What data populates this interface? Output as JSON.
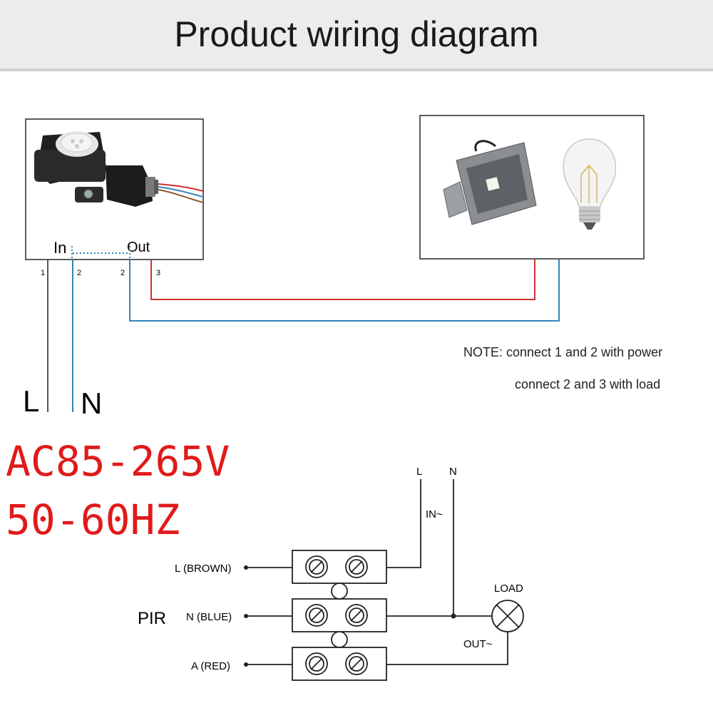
{
  "title": "Product wiring diagram",
  "sensor_box": {
    "in_label": "In",
    "out_label": "Out",
    "wire_numbers": [
      "1",
      "2",
      "2",
      "3"
    ]
  },
  "supply": {
    "l_label": "L",
    "n_label": "N",
    "voltage": "AC85-265V",
    "frequency": "50-60HZ"
  },
  "note": {
    "line1": "NOTE: connect 1 and 2 with power",
    "line2": "connect 2 and 3 with load"
  },
  "schematic": {
    "l_top": "L",
    "n_top": "N",
    "in_label": "IN~",
    "out_label": "OUT~",
    "load_label": "LOAD",
    "pir_label": "PIR",
    "terminals": [
      "L (BROWN)",
      "N (BLUE)",
      "A (RED)"
    ]
  },
  "colors": {
    "red_wire": "#d03030",
    "blue_wire": "#2f86b5",
    "accent_red_text": "#e11a1a"
  }
}
